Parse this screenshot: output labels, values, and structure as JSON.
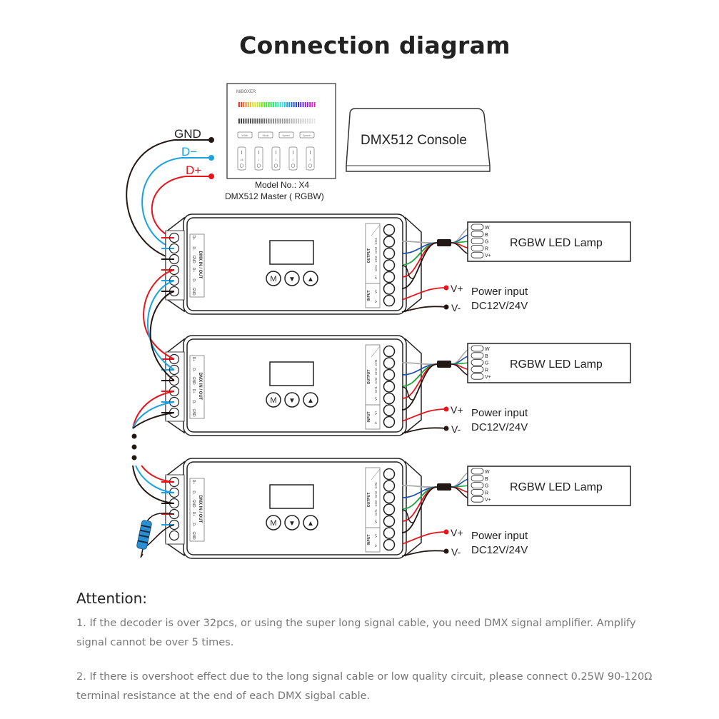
{
  "title": "Connection diagram",
  "signal_labels": {
    "gnd": "GND",
    "d_minus": "D−",
    "d_plus": "D+"
  },
  "master": {
    "brand": "MiBOXER",
    "buttons": [
      "White",
      "Mode",
      "Speed-",
      "Speed+"
    ],
    "zones": [
      "All",
      "1",
      "2",
      "3",
      "4"
    ],
    "model": "Model No.: X4",
    "name": "DMX512 Master ( RGBW)"
  },
  "console": {
    "label": "DMX512 Console"
  },
  "decoder": {
    "dmx_terminals": [
      "D+",
      "D-",
      "GND",
      "D+",
      "D-",
      "GND"
    ],
    "dmx_caption": "DMX IN / OUT",
    "output_caption": "OUTPUT",
    "output_terminals": [
      "CH4",
      "CH3",
      "CH2",
      "CH1",
      "V+"
    ],
    "input_caption": "INPUT",
    "input_terminals": [
      "V+",
      "V-"
    ],
    "buttons": [
      "M",
      "▼",
      "▲"
    ]
  },
  "lamp": {
    "label": "RGBW LED Lamp",
    "pins": [
      "W",
      "B",
      "G",
      "R",
      "V+"
    ]
  },
  "power": {
    "v_plus": "V+",
    "v_minus": "V-",
    "label": "Power input",
    "voltage": "DC12V/24V"
  },
  "colors": {
    "red": "#e8141c",
    "blue": "#1aa3e0",
    "black": "#231815",
    "green": "#1aa33a",
    "dark_blue": "#1f4fb5",
    "grey": "#aaaaaa",
    "resistor": "#2a8fd0"
  },
  "attention": {
    "title": "Attention:",
    "notes": [
      "1. If the decoder is over 32pcs, or using the super long signal cable, you need DMX signal amplifier. Amplify signal cannot be over 5 times.",
      "2. If there is overshoot effect due to the long signal cable or low quality circuit, please connect 0.25W 90-120Ω terminal resistance at the end of each DMX sigbal cable."
    ]
  }
}
